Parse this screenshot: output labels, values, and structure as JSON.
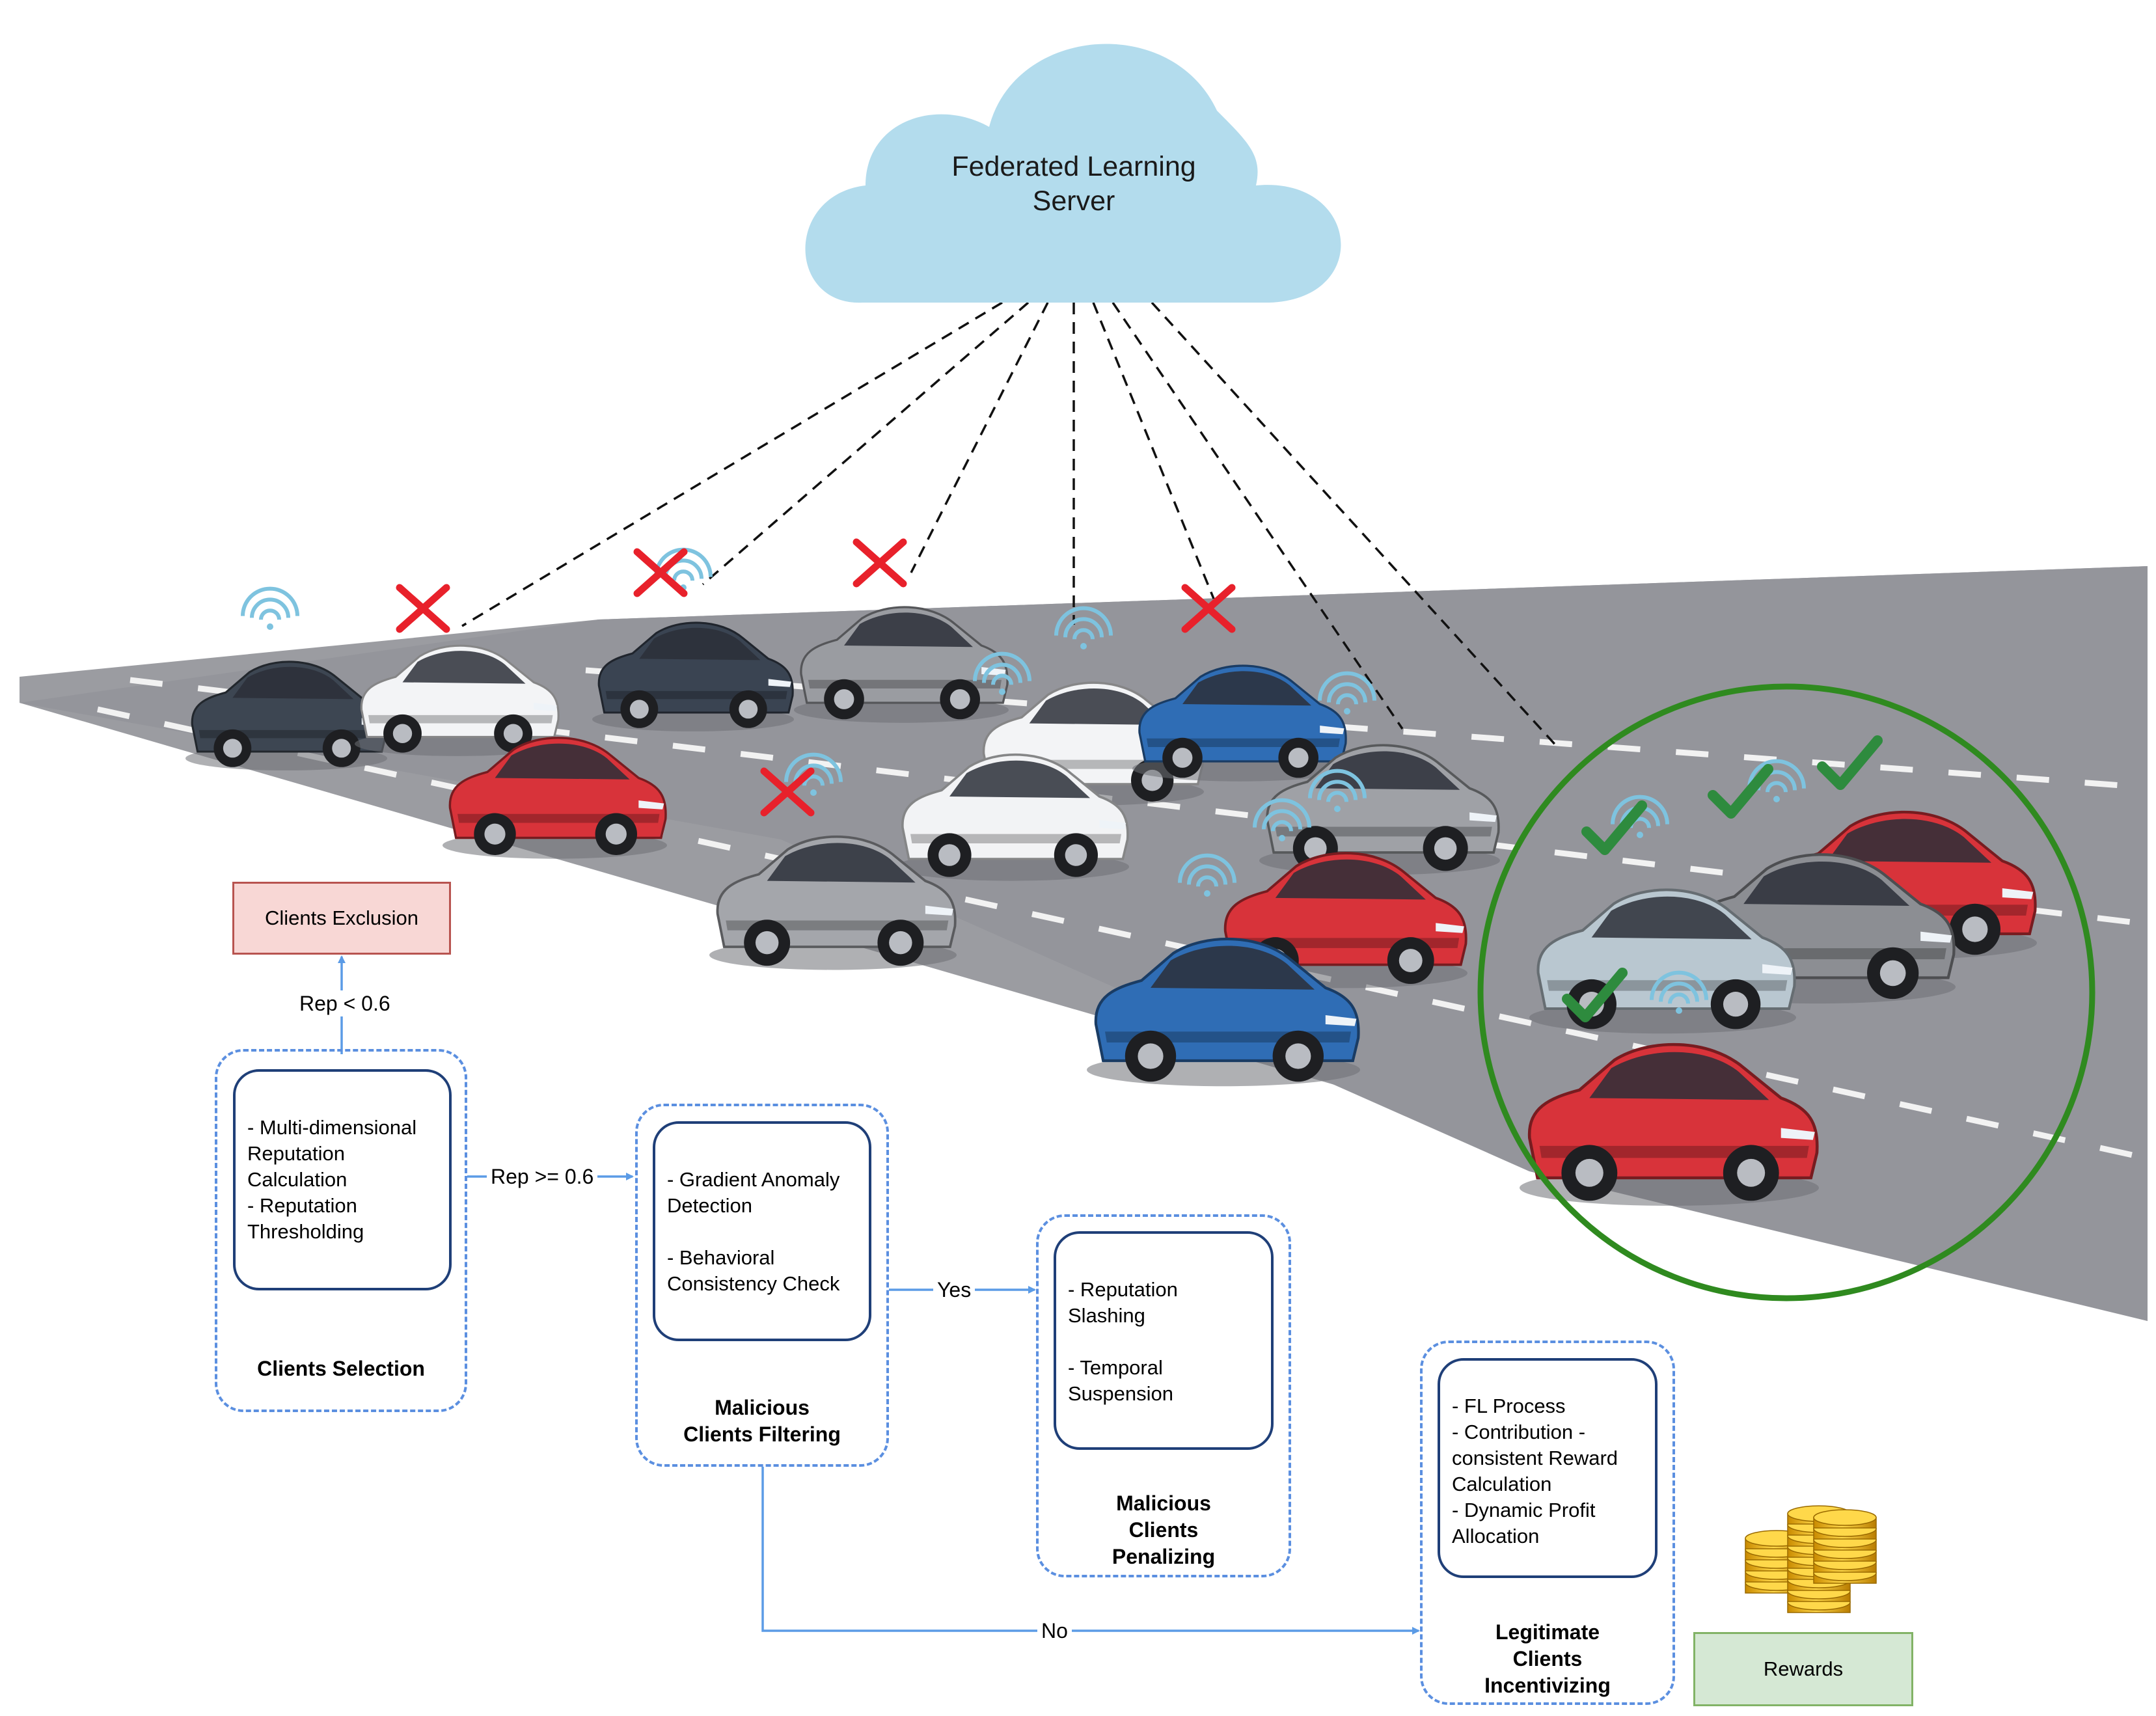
{
  "server": {
    "title": "Federated Learning\nServer"
  },
  "exclusion": {
    "label": "Clients Exclusion",
    "condition": "Rep < 0.6"
  },
  "stages": {
    "selection": {
      "items": "- Multi-dimensional\n  Reputation\n  Calculation\n- Reputation\n  Thresholding",
      "title": "Clients Selection"
    },
    "filtering": {
      "items": "- Gradient Anomaly\n  Detection\n\n- Behavioral\n  Consistency Check",
      "title": "Malicious\nClients Filtering"
    },
    "penalizing": {
      "items": "- Reputation\n  Slashing\n\n- Temporal\n  Suspension",
      "title": "Malicious\nClients\nPenalizing"
    },
    "incentivizing": {
      "items": "- FL Process\n- Contribution -\n  consistent Reward\n  Calculation\n- Dynamic Profit\n  Allocation",
      "title": "Legitimate\nClients\nIncentivizing"
    }
  },
  "edges": {
    "pass": "Rep >= 0.6",
    "yes": "Yes",
    "no": "No"
  },
  "rewards": {
    "label": "Rewards"
  },
  "colors": {
    "cloud": "#b3dced",
    "road": "#97979c",
    "cross": "#e8212b",
    "check": "#2e8b3e",
    "circle": "#2f8a1f",
    "arrow": "#5b9be6",
    "exclusion_fill": "#f8d7d5",
    "exclusion_border": "#b85450",
    "rewards_fill": "#d5e8d4",
    "rewards_border": "#82b366"
  }
}
